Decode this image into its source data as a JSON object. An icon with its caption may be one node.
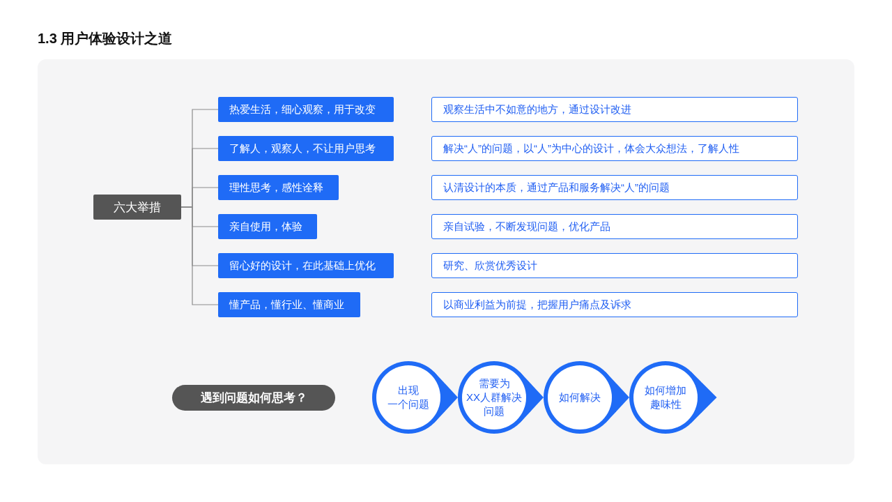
{
  "diagram": {
    "title": "1.3 用户体验设计之道",
    "nodes": [
      {
        "text": [
          "六大举措"
        ]
      },
      {
        "text": [
          "热爱生活，细心观察，用于改变"
        ]
      },
      {
        "text": [
          "观察生活中不如意的地方，通过设计改进"
        ]
      },
      {
        "text": [
          "了解人，观察人，不让用户思考"
        ]
      },
      {
        "text": [
          "解决“人”的问题，以“人”为中心的设计，体会大众想法，了解人性"
        ]
      },
      {
        "text": [
          "理性思考，感性诠释"
        ]
      },
      {
        "text": [
          "认清设计的本质，通过产品和服务解决“人”的问题"
        ]
      },
      {
        "text": [
          "亲自使用，体验"
        ]
      },
      {
        "text": [
          "亲自试验，不断发现问题，优化产品"
        ]
      },
      {
        "text": [
          "留心好的设计，在此基础上优化"
        ]
      },
      {
        "text": [
          "研究、欣赏优秀设计"
        ]
      },
      {
        "text": [
          "懂产品，懂行业、懂商业"
        ]
      },
      {
        "text": [
          "以商业利益为前提，把握用户痛点及诉求"
        ]
      },
      {
        "text": [
          "遇到问题如何思考？"
        ]
      },
      {
        "text": [
          "出现一个问题"
        ]
      },
      {
        "text": [
          "需要为XX人群解决问题"
        ]
      },
      {
        "text": [
          "如何解决"
        ]
      },
      {
        "text": [
          "如何增加趣味性"
        ]
      }
    ],
    "edges": [
      {
        "from": 0,
        "to": 1,
        "arrow": "none"
      },
      {
        "from": 0,
        "to": 3,
        "arrow": "none"
      },
      {
        "from": 0,
        "to": 5,
        "arrow": "none"
      },
      {
        "from": 0,
        "to": 7,
        "arrow": "none"
      },
      {
        "from": 0,
        "to": 9,
        "arrow": "none"
      },
      {
        "from": 0,
        "to": 11,
        "arrow": "none"
      },
      {
        "from": 14,
        "to": 15,
        "arrow": "to"
      },
      {
        "from": 15,
        "to": 16,
        "arrow": "to"
      },
      {
        "from": 16,
        "to": 17,
        "arrow": "to"
      },
      {
        "from": 17,
        "to": null,
        "arrow": "to"
      }
    ]
  }
}
